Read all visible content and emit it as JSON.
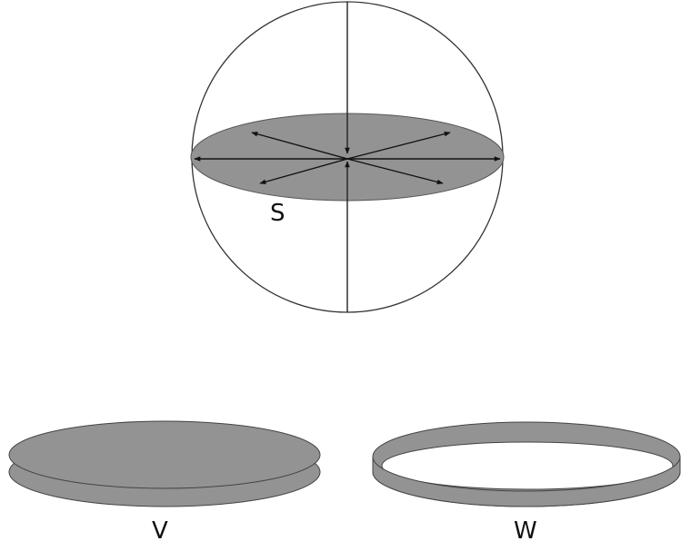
{
  "labels": {
    "s": "S",
    "v": "V",
    "w": "W"
  },
  "colors": {
    "background": "#ffffff",
    "disc_fill": "#939393",
    "disc_stroke": "#444444",
    "line": "#333333",
    "arrow": "#111111"
  }
}
